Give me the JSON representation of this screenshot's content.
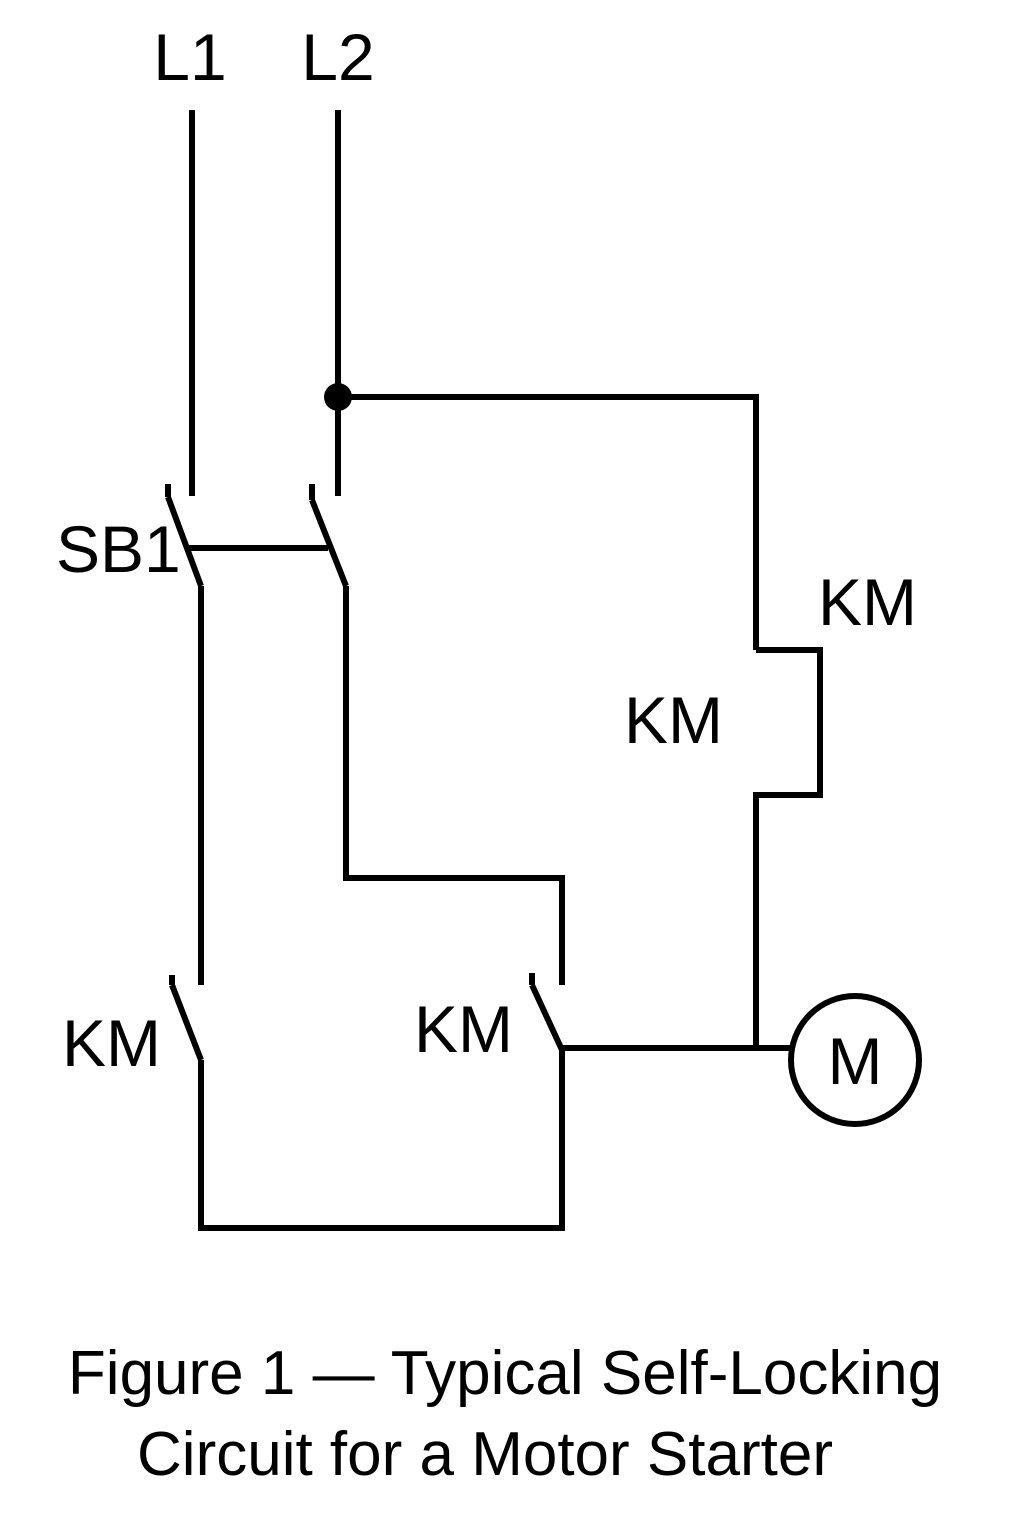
{
  "labels": {
    "line1": "L1",
    "line2": "L2",
    "start_button": "SB1",
    "coil": "KM",
    "aux_contact_left": "KM",
    "aux_contact_right": "KM",
    "main_contact": "KM",
    "motor": "M"
  },
  "caption": {
    "line1": "Figure 1 — Typical Self-Locking",
    "line2": "Circuit for a Motor Starter"
  }
}
